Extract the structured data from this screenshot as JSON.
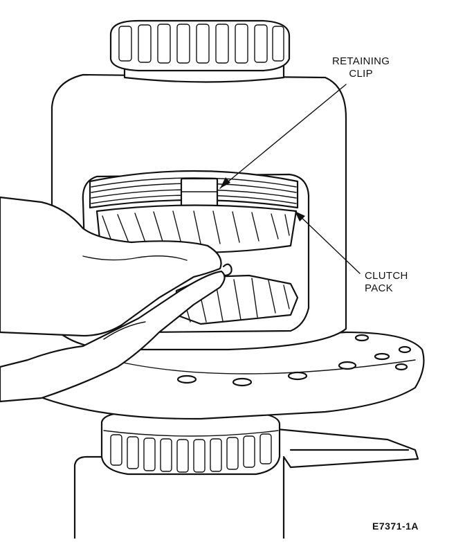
{
  "labels": {
    "retaining_clip_line1": "RETAINING",
    "retaining_clip_line2": "CLIP",
    "clutch_pack_line1": "CLUTCH",
    "clutch_pack_line2": "PACK"
  },
  "figure_code": "E7371-1A",
  "colors": {
    "ink": "#111111",
    "paper": "#ffffff"
  }
}
